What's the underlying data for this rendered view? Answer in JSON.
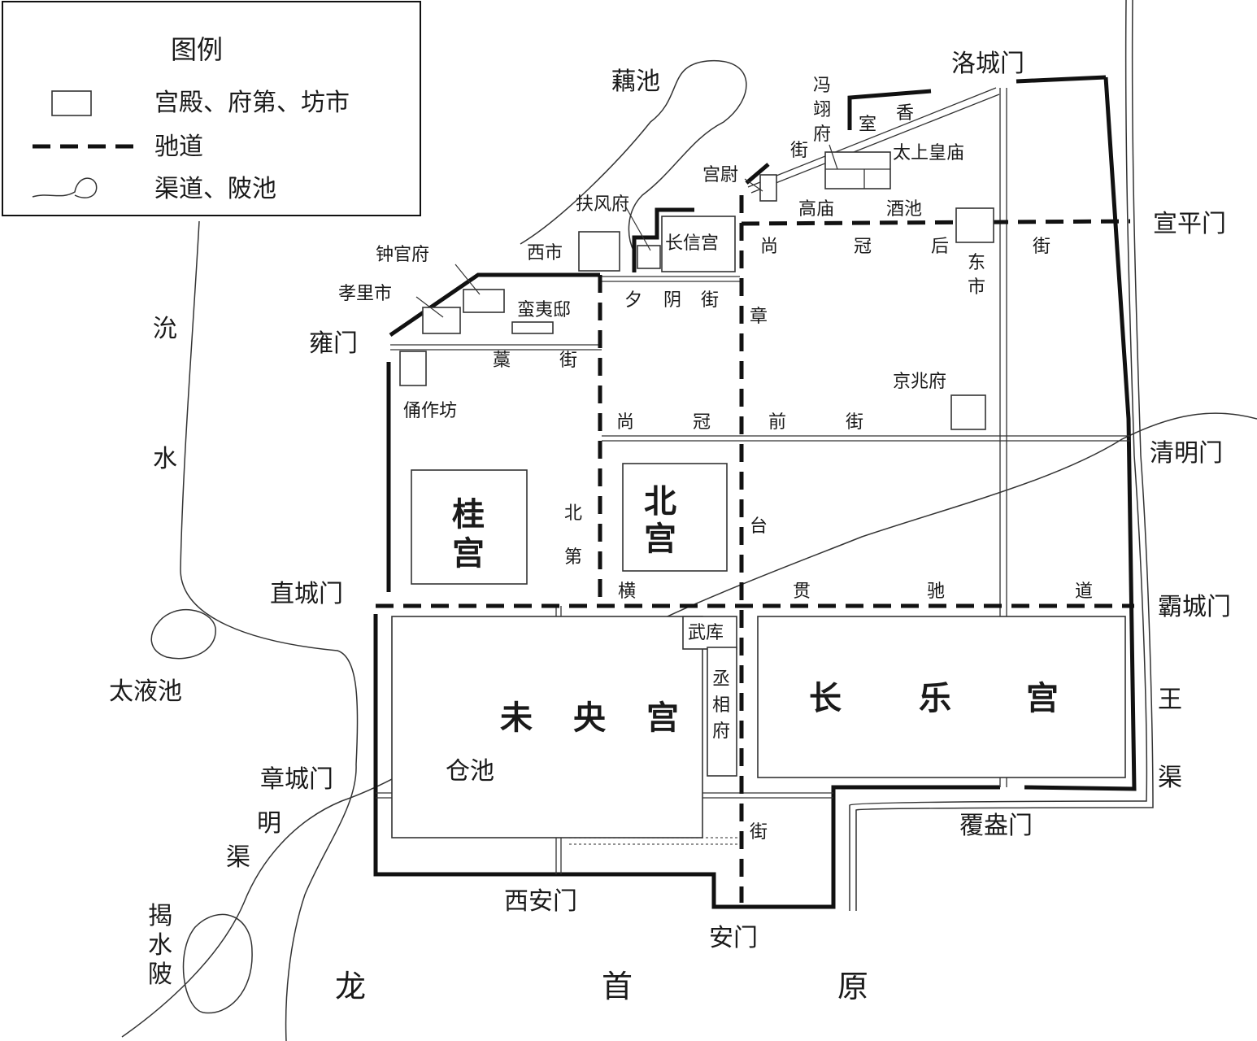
{
  "legend": {
    "title": "图例",
    "palace": "宫殿、府第、坊市",
    "road": "驰道",
    "canal": "渠道、陂池"
  },
  "gates": {
    "luocheng": "洛城门",
    "xuanping": "宣平门",
    "qingming": "清明门",
    "bacheng": "霸城门",
    "fupan": "覆盎门",
    "anmen": "安门",
    "xian": "西安门",
    "zhangcheng": "章城门",
    "zhicheng": "直城门",
    "yongmen": "雍门"
  },
  "palaces": {
    "weiyang": [
      "未",
      "央",
      "宫"
    ],
    "changle": [
      "长",
      "乐",
      "宫"
    ],
    "gui": [
      "桂",
      "宫"
    ],
    "bei": [
      "北",
      "宫"
    ],
    "changxin": "长信宫",
    "chengxiang": [
      "丞",
      "相",
      "府"
    ],
    "wuku": "武库",
    "gaomiao": "高庙",
    "taishang": "太上皇庙",
    "jiuchi": "酒池"
  },
  "wards": {
    "fuzhou": "扶风府",
    "xishi": "西市",
    "zhongguan": "钟官府",
    "xiaoli": "孝里市",
    "manyi": "蛮夷邸",
    "yongzuo": "俑作坊",
    "dongshi": [
      "东",
      "市"
    ],
    "jingzhao": "京兆府",
    "fengyi": [
      "冯",
      "翊",
      "府"
    ],
    "gongwei": "宫尉",
    "shixiang": [
      "室",
      "香"
    ],
    "jie_small": "街"
  },
  "streets": {
    "xiyin": [
      "夕",
      "阴",
      "街"
    ],
    "gao": [
      "藁",
      "街"
    ],
    "shangguan_hou": [
      "尚",
      "冠",
      "后",
      "街"
    ],
    "shangguan_qian": [
      "尚",
      "冠",
      "前",
      "街"
    ],
    "zhangtai": [
      "章",
      "台",
      "街"
    ],
    "beidi": [
      "北",
      "第"
    ],
    "hengguan": [
      "横",
      "贯",
      "驰",
      "道"
    ]
  },
  "water": {
    "ouchi": "藕池",
    "cangchi": "仓池",
    "taiye": "太液池",
    "yi": [
      "沇",
      "水"
    ],
    "wangqu": [
      "王",
      "渠"
    ],
    "mingqu": [
      "明",
      "渠"
    ],
    "jieshui": [
      "揭",
      "水",
      "陂"
    ]
  },
  "terrain": {
    "longshouyuan": [
      "龙",
      "首",
      "原"
    ]
  }
}
